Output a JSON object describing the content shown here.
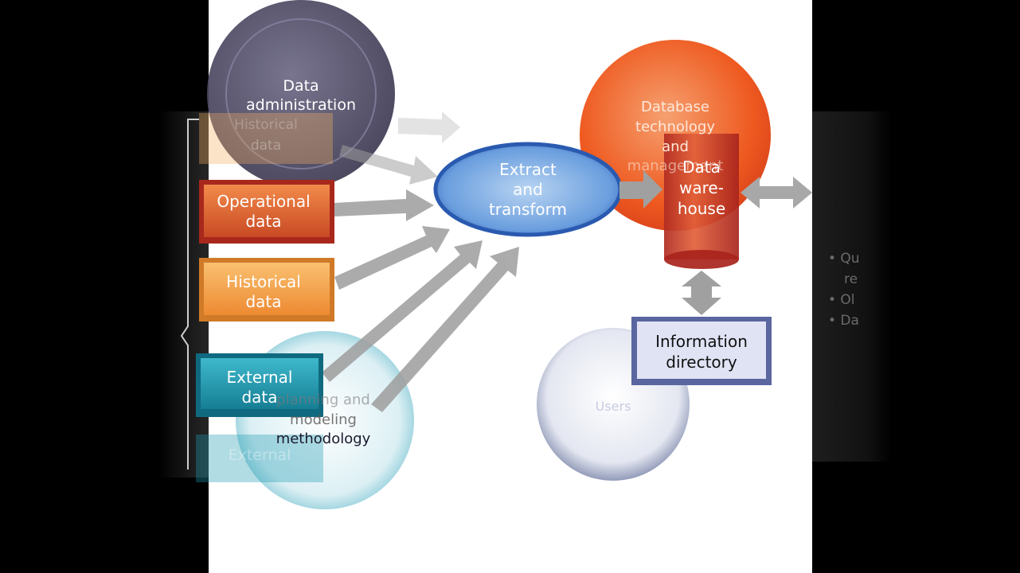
{
  "colors": {
    "canvas": "#ffffff",
    "frame": "#000000",
    "admin_circle": "#4a4660",
    "planning_circle": "#4fb0c4",
    "users_circle": "#6f7aa0",
    "database_circle": "#ee5a20",
    "warehouse": "#c83828",
    "extract_oval": "#4a80cc",
    "operational_box": "#d85a2c",
    "historical_box": "#f29a3a",
    "external_box": "#1f9bb2",
    "info_box": "#d4d8ee",
    "arrow": "#9a9a9a"
  },
  "labels": {
    "data_administration": [
      "Data",
      "administration"
    ],
    "database_technology": [
      "Database",
      "technology",
      "and",
      "management"
    ],
    "data_warehouse": [
      "Data",
      "ware-",
      "house"
    ],
    "extract_transform": [
      "Extract",
      "and",
      "transform"
    ],
    "operational_data": [
      "Operational",
      "data"
    ],
    "historical_data": [
      "Historical",
      "data"
    ],
    "external_data": [
      "External",
      "data"
    ],
    "external_ghost": "External",
    "planning_methodology": [
      "planning and",
      "modeling",
      "methodology"
    ],
    "users": "Users",
    "information_directory": [
      "Information",
      "directory"
    ],
    "ghost_behind_admin": [
      "Historical",
      "data"
    ],
    "right_panel_bullets": [
      "• Qu",
      "re",
      "• Ol",
      "• Da"
    ]
  }
}
